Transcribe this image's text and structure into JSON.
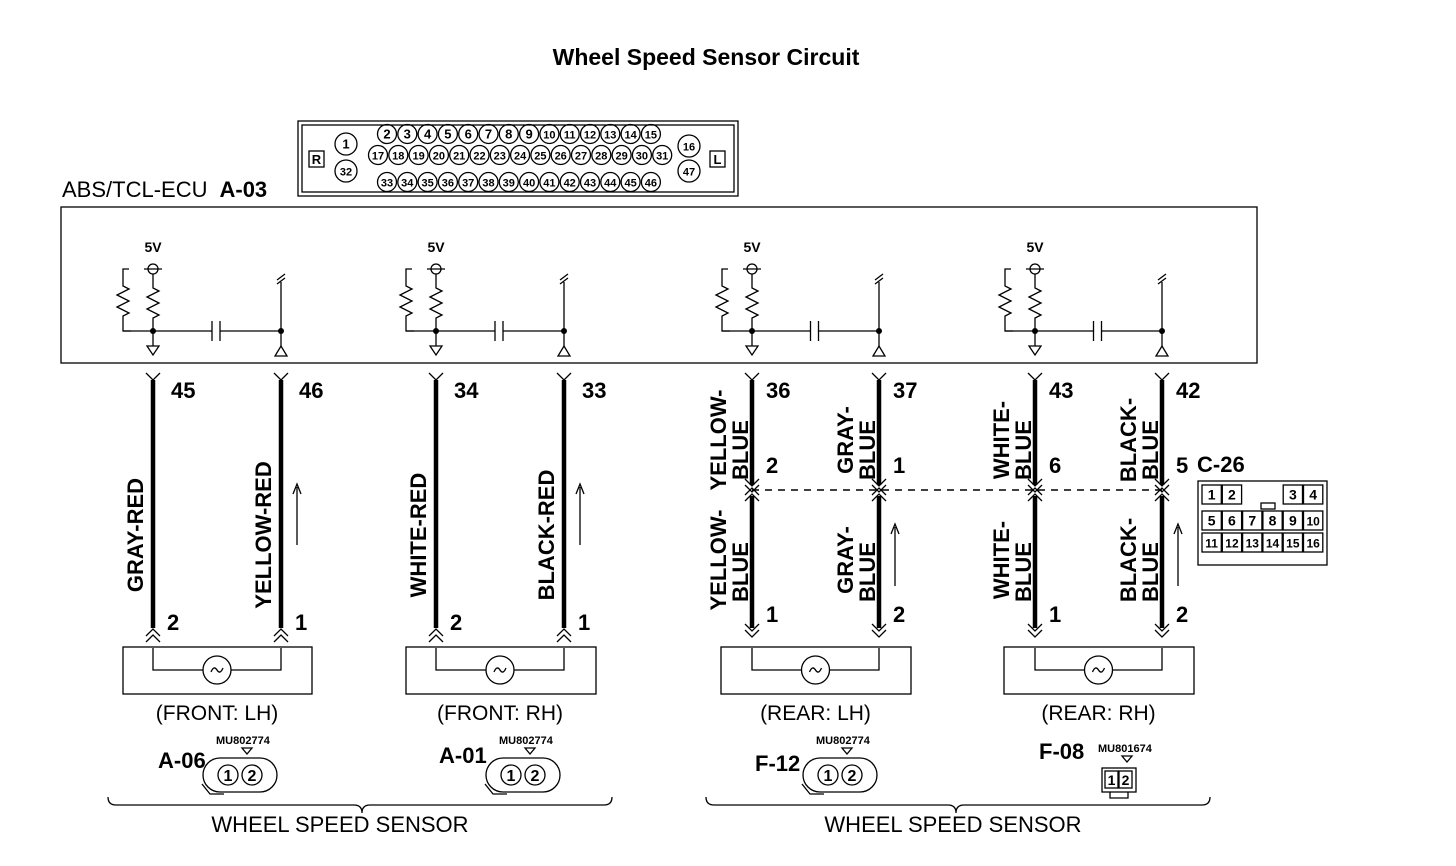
{
  "title": "Wheel Speed Sensor Circuit",
  "ecu": {
    "label": "ABS/TCL-ECU",
    "connector": "A-03",
    "pinout": {
      "left_side": "R",
      "right_side": "L",
      "left_pins": [
        "1",
        "32"
      ],
      "right_pins": [
        "16",
        "47"
      ],
      "row1": [
        "2",
        "3",
        "4",
        "5",
        "6",
        "7",
        "8",
        "9",
        "10",
        "11",
        "12",
        "13",
        "14",
        "15"
      ],
      "row2": [
        "17",
        "18",
        "19",
        "20",
        "21",
        "22",
        "23",
        "24",
        "25",
        "26",
        "27",
        "28",
        "29",
        "30",
        "31"
      ],
      "row3": [
        "33",
        "34",
        "35",
        "36",
        "37",
        "38",
        "39",
        "40",
        "41",
        "42",
        "43",
        "44",
        "45",
        "46"
      ]
    },
    "supply": [
      "5V",
      "5V",
      "5V",
      "5V"
    ]
  },
  "front_channels": [
    {
      "pins": [
        {
          "ecu_pin": "45",
          "wire": "GRAY-RED",
          "sensor_pin": "2"
        },
        {
          "ecu_pin": "46",
          "wire": "YELLOW-RED",
          "sensor_pin": "1"
        }
      ],
      "position": "(FRONT: LH)",
      "connector": "A-06",
      "part": "MU802774",
      "cpins": [
        "1",
        "2"
      ]
    },
    {
      "pins": [
        {
          "ecu_pin": "34",
          "wire": "WHITE-RED",
          "sensor_pin": "2"
        },
        {
          "ecu_pin": "33",
          "wire": "BLACK-RED",
          "sensor_pin": "1"
        }
      ],
      "position": "(FRONT: RH)",
      "connector": "A-01",
      "part": "MU802774",
      "cpins": [
        "1",
        "2"
      ]
    }
  ],
  "rear_channels": [
    {
      "pins": [
        {
          "ecu_pin": "36",
          "wire_top": [
            "YELLOW-",
            "BLUE"
          ],
          "mid_pin": "2",
          "wire_bottom": [
            "YELLOW-",
            "BLUE"
          ],
          "sensor_pin": "1"
        },
        {
          "ecu_pin": "37",
          "wire_top": [
            "GRAY-",
            "BLUE"
          ],
          "mid_pin": "1",
          "wire_bottom": [
            "GRAY-",
            "BLUE"
          ],
          "sensor_pin": "2"
        }
      ],
      "position": "(REAR: LH)",
      "connector": "F-12",
      "part": "MU802774",
      "cpins": [
        "1",
        "2"
      ]
    },
    {
      "pins": [
        {
          "ecu_pin": "43",
          "wire_top": [
            "WHITE-",
            "BLUE"
          ],
          "mid_pin": "6",
          "wire_bottom": [
            "WHITE-",
            "BLUE"
          ],
          "sensor_pin": "1"
        },
        {
          "ecu_pin": "42",
          "wire_top": [
            "BLACK-",
            "BLUE"
          ],
          "mid_pin": "5",
          "wire_bottom": [
            "BLACK-",
            "BLUE"
          ],
          "sensor_pin": "2"
        }
      ],
      "position": "(REAR: RH)",
      "connector": "F-08",
      "part": "MU801674",
      "cpins": [
        "1",
        "2"
      ]
    }
  ],
  "intermediate_connector": {
    "name": "C-26",
    "rows": [
      [
        "1",
        "2",
        "",
        "",
        "3",
        "4"
      ],
      [
        "5",
        "6",
        "7",
        "8",
        "9",
        "10"
      ],
      [
        "11",
        "12",
        "13",
        "14",
        "15",
        "16"
      ]
    ]
  },
  "groups": [
    "WHEEL SPEED SENSOR",
    "WHEEL SPEED SENSOR"
  ]
}
